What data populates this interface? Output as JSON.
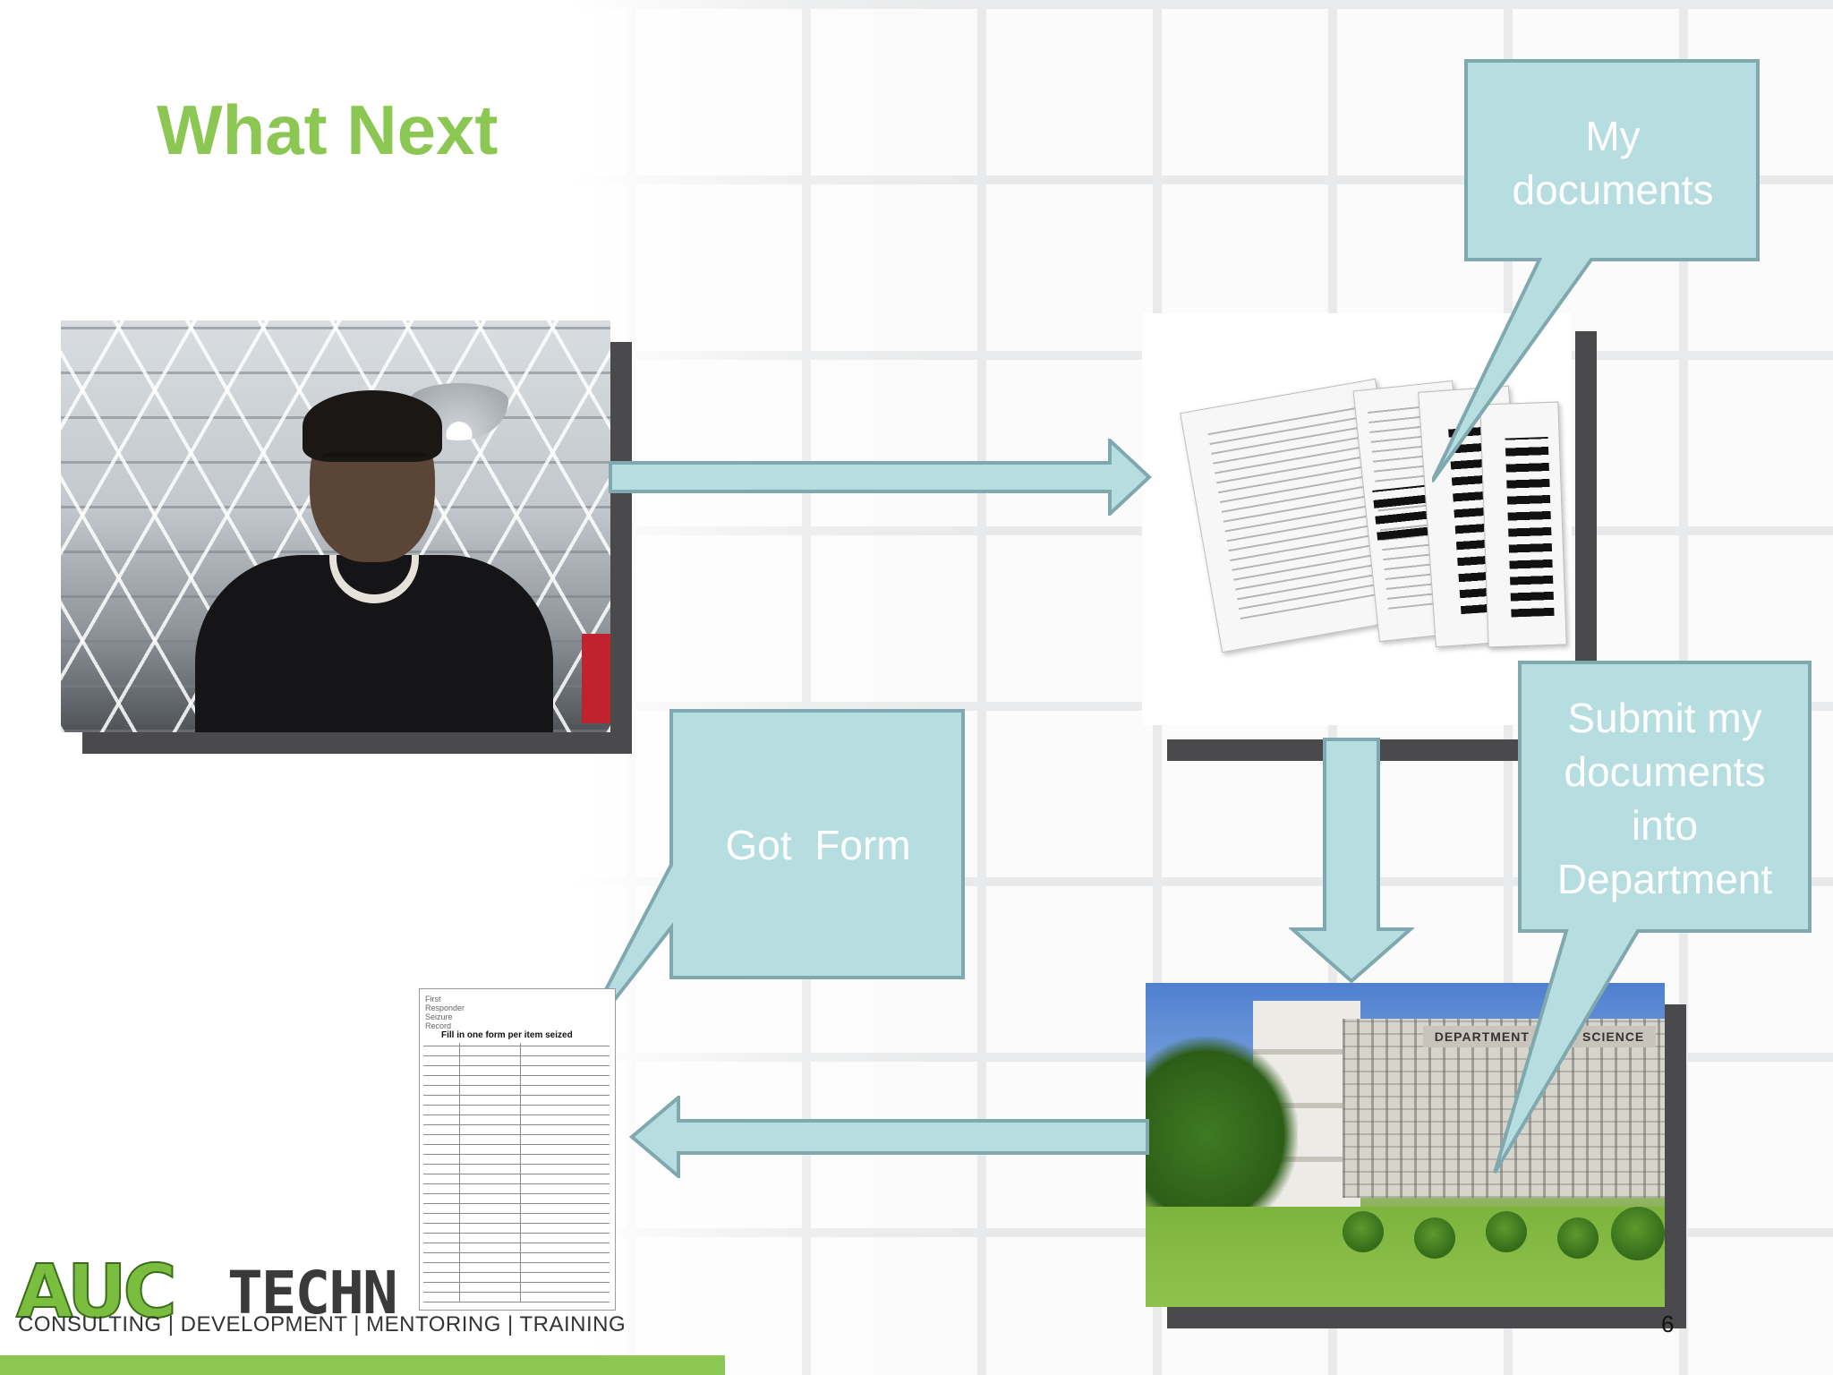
{
  "slide": {
    "title": "What Next",
    "page_number": "6"
  },
  "callouts": {
    "my_documents": [
      "My",
      "documents"
    ],
    "got_form": "Got  Form",
    "submit": [
      "Submit my",
      "documents",
      "into",
      "Department"
    ]
  },
  "images": {
    "building_sign": "DEPARTMENT OF CO       SCIENCE",
    "form_header": [
      "First",
      "Responder",
      "Seizure",
      "Record"
    ],
    "form_subtitle": "Fill in one form per item seized"
  },
  "logo": {
    "brand": "AUC",
    "brand_suffix": "TECHN",
    "tagline": "CONSULTING | DEVELOPMENT | MENTORING | TRAINING"
  },
  "colors": {
    "title_green": "#8dc753",
    "callout_fill": "#b6dde0",
    "callout_stroke": "#7fa9ae",
    "shadow": "#4a4a4d"
  }
}
